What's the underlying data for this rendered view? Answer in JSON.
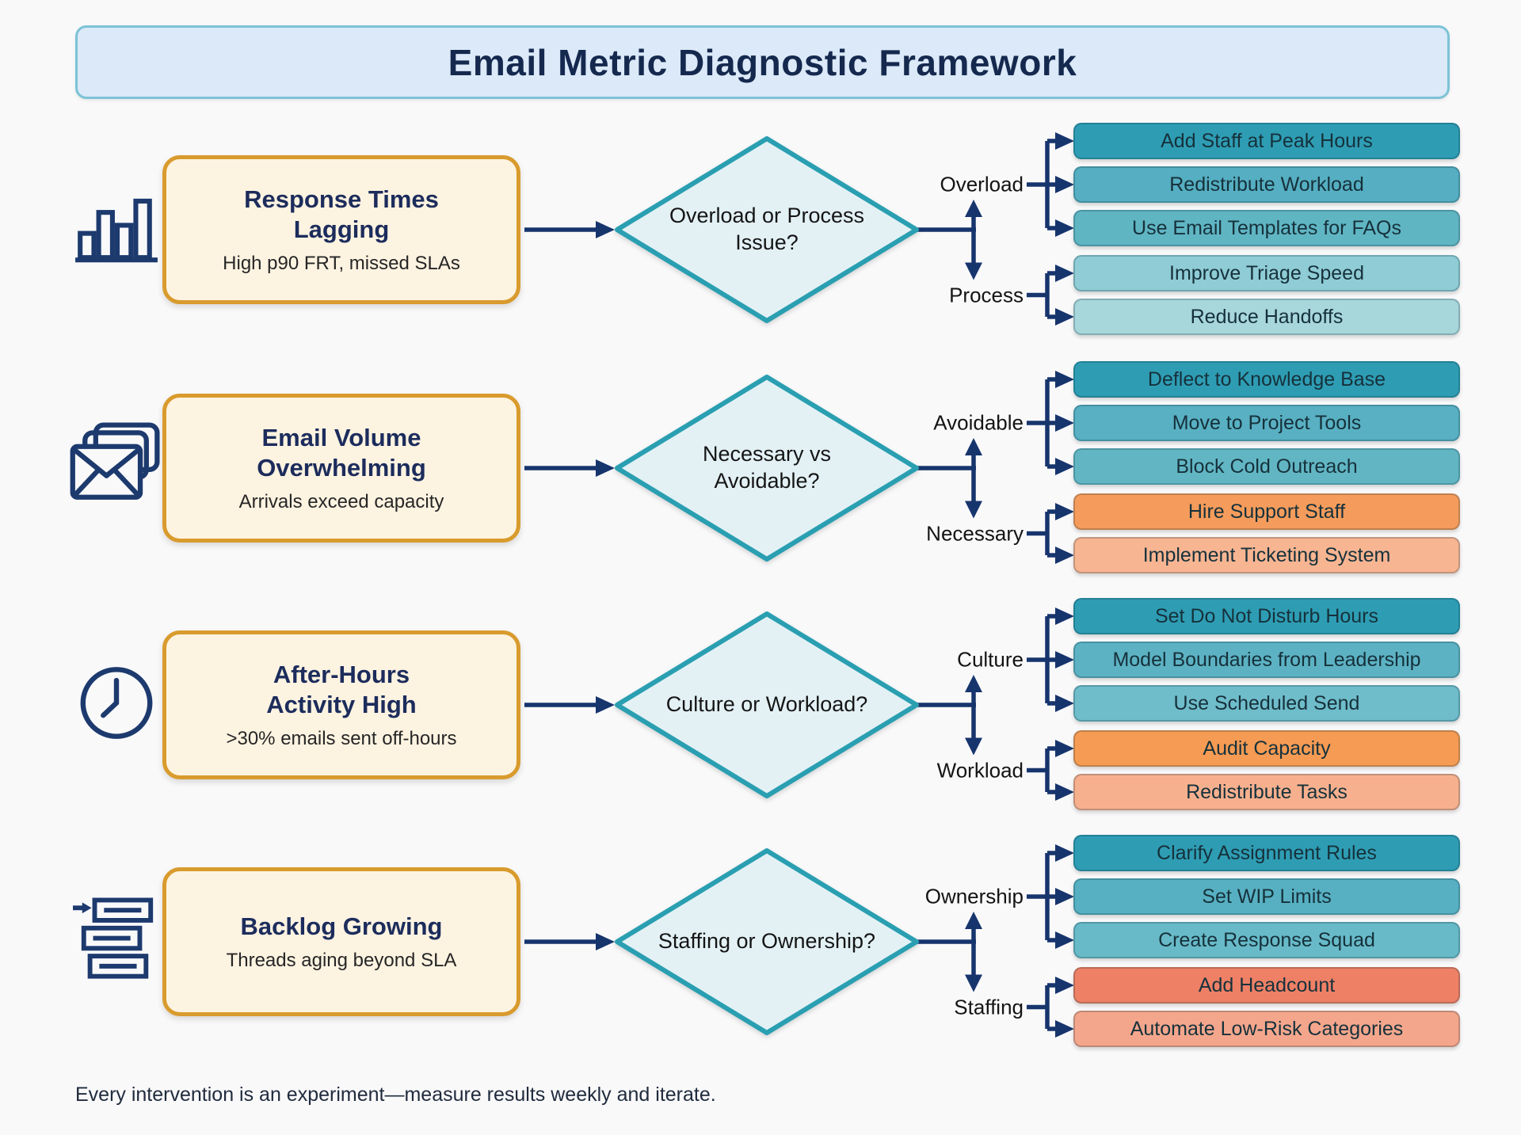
{
  "title": "Email Metric Diagnostic Framework",
  "footer_note": "Every intervention is an experiment—measure results weekly and iterate.",
  "palette": {
    "connector": "#17356d",
    "icon": "#1d3a6e",
    "banner_bg": "#dbe9f8",
    "banner_border": "#7cc3d6",
    "problem_bg": "#fdf3e1",
    "problem_border": "#d99b2d",
    "diamond_bg": "#e3f1f5",
    "diamond_border": "#2a9fb1"
  },
  "rows": [
    {
      "icon": "bar-chart-icon",
      "problem": {
        "title": "Response Times Lagging",
        "subtitle": "High p90 FRT, missed SLAs"
      },
      "decision": "Overload or Process Issue?",
      "branches": [
        {
          "label": "Overload",
          "actions": [
            {
              "label": "Add Staff at Peak Hours",
              "bg": "#2e9db4"
            },
            {
              "label": "Redistribute Workload",
              "bg": "#55aec1"
            },
            {
              "label": "Use Email Templates for FAQs",
              "bg": "#60b5c3"
            }
          ]
        },
        {
          "label": "Process",
          "actions": [
            {
              "label": "Improve Triage Speed",
              "bg": "#8fccd5"
            },
            {
              "label": "Reduce Handoffs",
              "bg": "#a7d6db"
            }
          ]
        }
      ]
    },
    {
      "icon": "envelopes-icon",
      "problem": {
        "title": "Email Volume Overwhelming",
        "subtitle": "Arrivals exceed capacity"
      },
      "decision": "Necessary vs Avoidable?",
      "branches": [
        {
          "label": "Avoidable",
          "actions": [
            {
              "label": "Deflect to Knowledge Base",
              "bg": "#2e9db4"
            },
            {
              "label": "Move to Project Tools",
              "bg": "#58b0c2"
            },
            {
              "label": "Block Cold Outreach",
              "bg": "#62b6c4"
            }
          ]
        },
        {
          "label": "Necessary",
          "actions": [
            {
              "label": "Hire Support Staff",
              "bg": "#f59c5c"
            },
            {
              "label": "Implement Ticketing System",
              "bg": "#f8b592"
            }
          ]
        }
      ]
    },
    {
      "icon": "clock-icon",
      "problem": {
        "title": "After-Hours Activity High",
        "subtitle": ">30% emails sent off-hours"
      },
      "decision": "Culture or Workload?",
      "branches": [
        {
          "label": "Culture",
          "actions": [
            {
              "label": "Set Do Not Disturb Hours",
              "bg": "#2e9db4"
            },
            {
              "label": "Model Boundaries from Leadership",
              "bg": "#5cb2c3"
            },
            {
              "label": "Use Scheduled Send",
              "bg": "#6fbcca"
            }
          ]
        },
        {
          "label": "Workload",
          "actions": [
            {
              "label": "Audit Capacity",
              "bg": "#f59b54"
            },
            {
              "label": "Redistribute Tasks",
              "bg": "#f7b08e"
            }
          ]
        }
      ]
    },
    {
      "icon": "backlog-icon",
      "problem": {
        "title": "Backlog Growing",
        "subtitle": "Threads aging beyond SLA"
      },
      "decision": "Staffing or Ownership?",
      "branches": [
        {
          "label": "Ownership",
          "actions": [
            {
              "label": "Clarify Assignment Rules",
              "bg": "#2e9db4"
            },
            {
              "label": "Set WIP Limits",
              "bg": "#57b0c2"
            },
            {
              "label": "Create Response Squad",
              "bg": "#68bac8"
            }
          ]
        },
        {
          "label": "Staffing",
          "actions": [
            {
              "label": "Add Headcount",
              "bg": "#ee8066"
            },
            {
              "label": "Automate Low-Risk Categories",
              "bg": "#f4a68c"
            }
          ]
        }
      ]
    }
  ]
}
